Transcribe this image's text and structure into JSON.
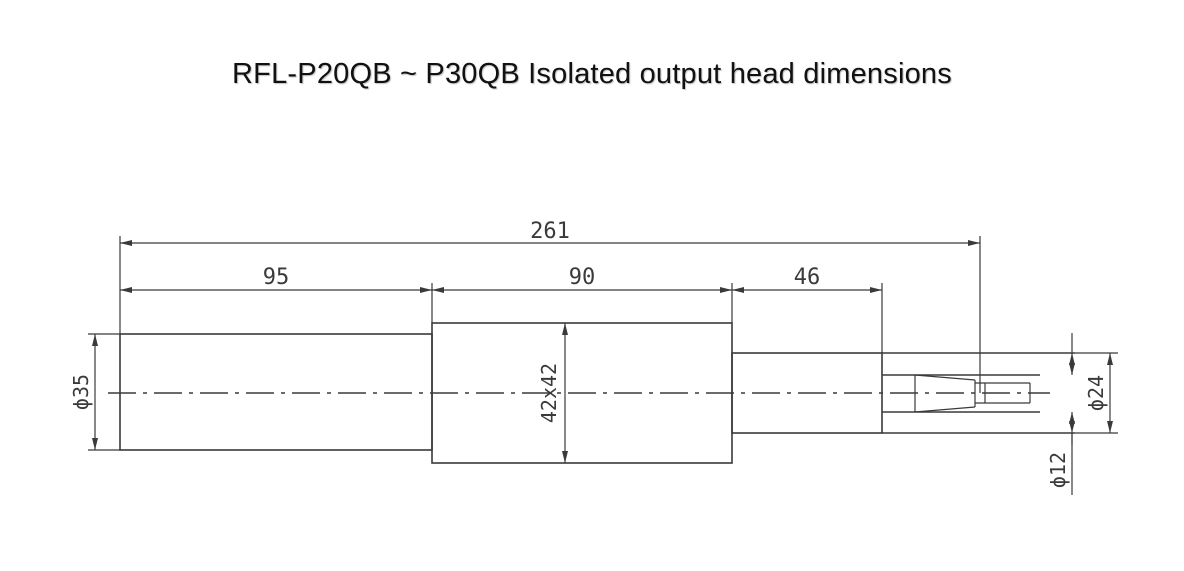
{
  "title": "RFL-P20QB ~ P30QB Isolated output head dimensions",
  "dimensions": {
    "overall_length": "261",
    "section1_length": "95",
    "section2_length": "90",
    "section3_length": "46",
    "section1_diameter": "ϕ35",
    "section2_square": "42x42",
    "head_diameter": "ϕ24",
    "bore_diameter": "ϕ12"
  }
}
